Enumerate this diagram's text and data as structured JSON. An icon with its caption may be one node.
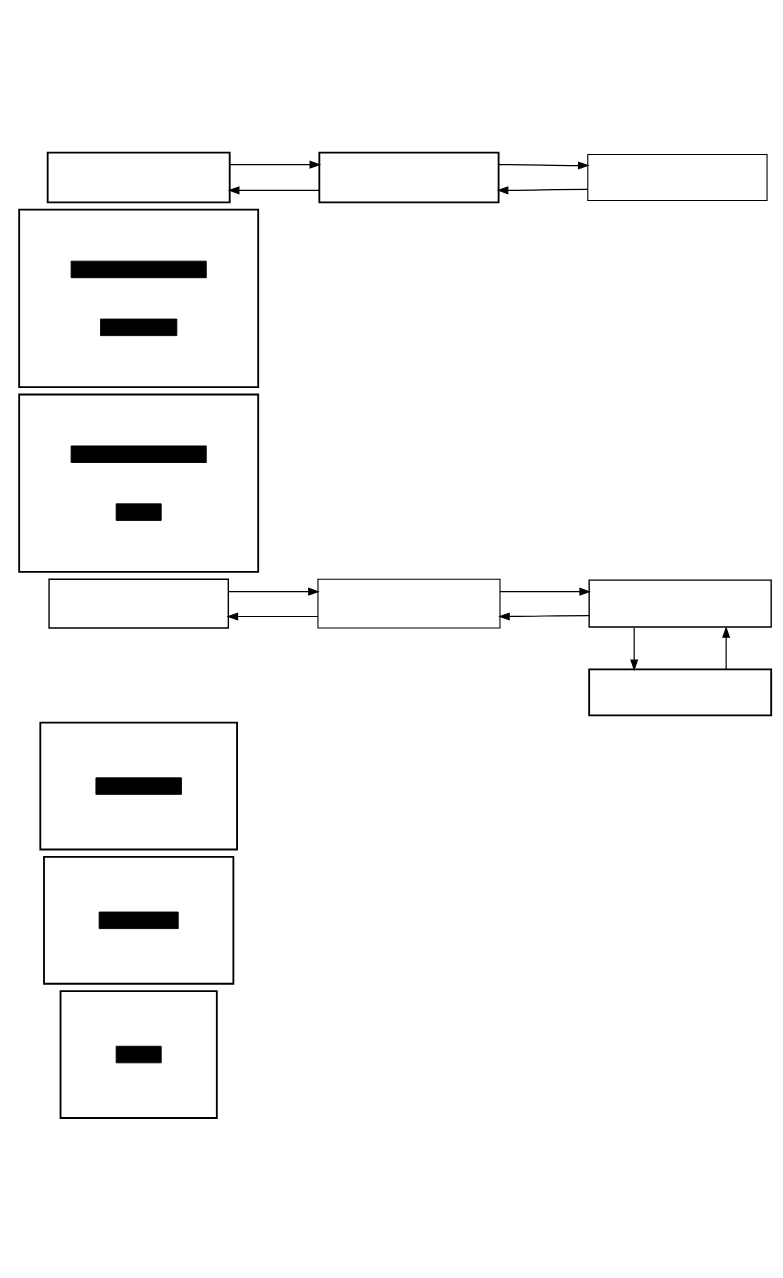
{
  "diagram": {
    "nodes": [
      {
        "text": [],
        "shape": "box"
      },
      {
        "text": [],
        "shape": "box"
      },
      {
        "text": [],
        "shape": "box"
      },
      {
        "text": [],
        "shape": "box"
      },
      {
        "text": [],
        "shape": "bar",
        "in": 3
      },
      {
        "text": [],
        "shape": "bar",
        "in": 3
      },
      {
        "text": [],
        "shape": "box"
      },
      {
        "text": [],
        "shape": "bar",
        "in": 6
      },
      {
        "text": [],
        "shape": "bar",
        "in": 6
      },
      {
        "text": [],
        "shape": "box"
      },
      {
        "text": [],
        "shape": "box"
      },
      {
        "text": [],
        "shape": "box"
      },
      {
        "text": [],
        "shape": "box"
      },
      {
        "text": [],
        "shape": "box"
      },
      {
        "text": [],
        "shape": "bar",
        "in": 13
      },
      {
        "text": [],
        "shape": "box"
      },
      {
        "text": [],
        "shape": "bar",
        "in": 15
      },
      {
        "text": [],
        "shape": "box"
      },
      {
        "text": [],
        "shape": "bar",
        "in": 17
      }
    ],
    "edges": [
      {
        "from": 0,
        "to": 1,
        "arrow": "to"
      },
      {
        "from": 1,
        "to": 0,
        "arrow": "to"
      },
      {
        "from": 1,
        "to": 2,
        "arrow": "to"
      },
      {
        "from": 2,
        "to": 1,
        "arrow": "to"
      },
      {
        "from": 9,
        "to": 10,
        "arrow": "to"
      },
      {
        "from": 10,
        "to": 9,
        "arrow": "to"
      },
      {
        "from": 10,
        "to": 11,
        "arrow": "to"
      },
      {
        "from": 11,
        "to": 10,
        "arrow": "to"
      },
      {
        "from": 11,
        "to": 12,
        "arrow": "to"
      },
      {
        "from": 12,
        "to": 11,
        "arrow": "to"
      }
    ]
  }
}
